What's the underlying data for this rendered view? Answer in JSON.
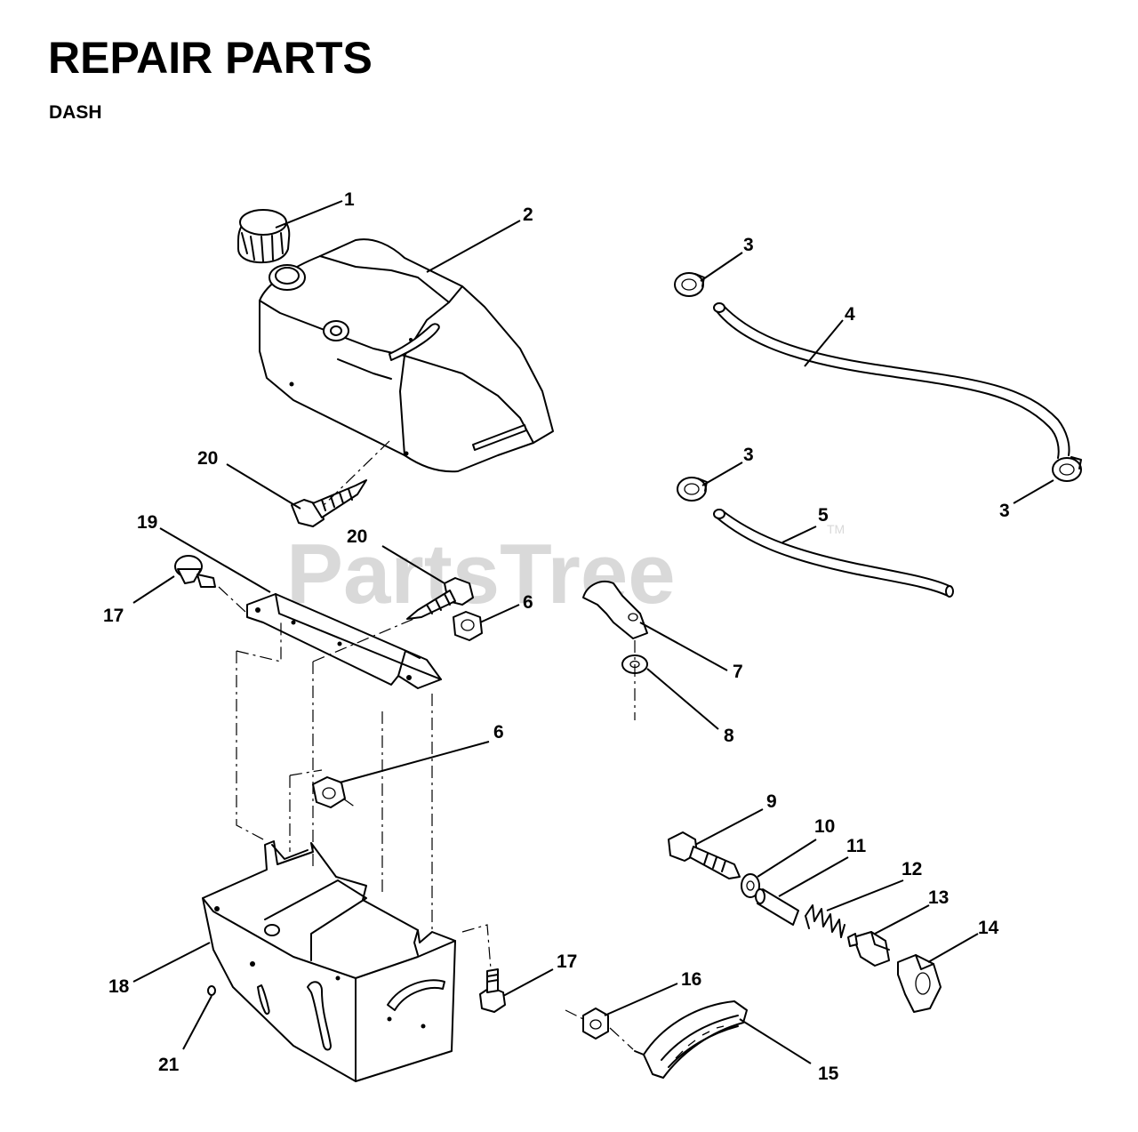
{
  "header": {
    "title": "REPAIR PARTS",
    "subtitle": "DASH"
  },
  "watermark": {
    "text": "PartsTree",
    "tm": "TM"
  },
  "callouts": [
    {
      "key": "c1",
      "label": "1"
    },
    {
      "key": "c2",
      "label": "2"
    },
    {
      "key": "c3a",
      "label": "3"
    },
    {
      "key": "c4",
      "label": "4"
    },
    {
      "key": "c3b",
      "label": "3"
    },
    {
      "key": "c3c",
      "label": "3"
    },
    {
      "key": "c5",
      "label": "5"
    },
    {
      "key": "c20a",
      "label": "20"
    },
    {
      "key": "c19",
      "label": "19"
    },
    {
      "key": "c20b",
      "label": "20"
    },
    {
      "key": "c17a",
      "label": "17"
    },
    {
      "key": "c6a",
      "label": "6"
    },
    {
      "key": "c7",
      "label": "7"
    },
    {
      "key": "c8",
      "label": "8"
    },
    {
      "key": "c6b",
      "label": "6"
    },
    {
      "key": "c9",
      "label": "9"
    },
    {
      "key": "c10",
      "label": "10"
    },
    {
      "key": "c11",
      "label": "11"
    },
    {
      "key": "c12",
      "label": "12"
    },
    {
      "key": "c13",
      "label": "13"
    },
    {
      "key": "c14",
      "label": "14"
    },
    {
      "key": "c17b",
      "label": "17"
    },
    {
      "key": "c16",
      "label": "16"
    },
    {
      "key": "c18",
      "label": "18"
    },
    {
      "key": "c21",
      "label": "21"
    },
    {
      "key": "c15",
      "label": "15"
    }
  ]
}
